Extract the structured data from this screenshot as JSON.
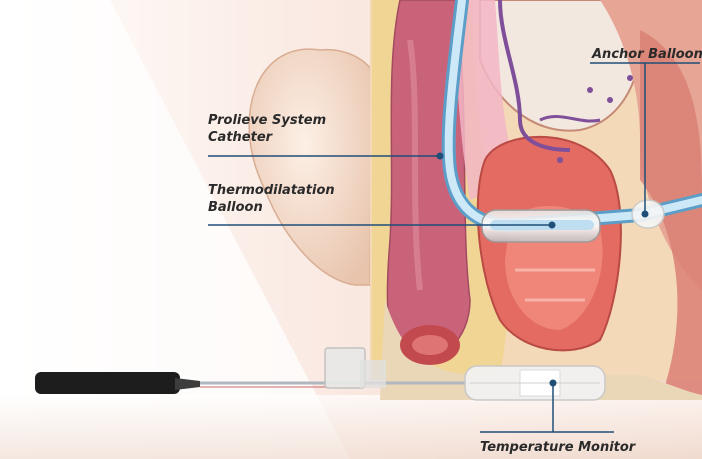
{
  "labels": {
    "prolieve_line1": "Prolieve System",
    "prolieve_line2": "Catheter",
    "thermo_line1": "Thermodilatation",
    "thermo_line2": "Balloon",
    "anchor": "Anchor Balloon",
    "temperature": "Temperature Monitor"
  },
  "colors": {
    "leader_line": "#1f4e79",
    "catheter": "#a9d6ee",
    "label_text": "#2a2a2a"
  }
}
